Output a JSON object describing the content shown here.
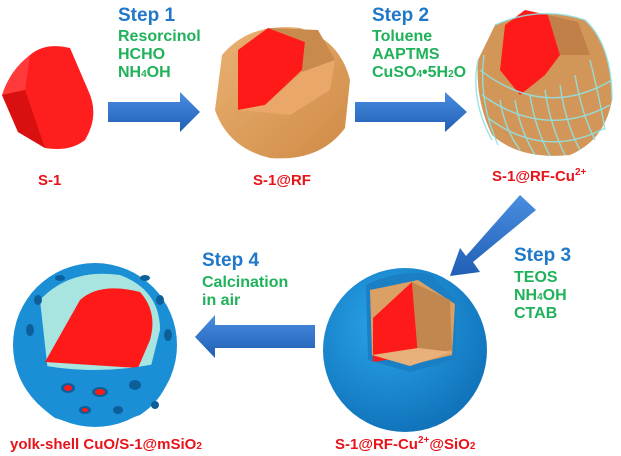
{
  "colors": {
    "step_title": "#1f78c8",
    "reagent": "#1fb25a",
    "label": "#e8141a",
    "arrow": "#2e6fc7",
    "core_red": "#ff1a1a",
    "rf_shell": "#e2a25c",
    "silica": "#1a8fd6",
    "cu_mesh": "#8fe3e6"
  },
  "steps": [
    {
      "title": "Step 1",
      "reagents": [
        "Resorcinol",
        "HCHO",
        "NH",
        "4",
        "OH"
      ]
    },
    {
      "title": "Step 2",
      "reagents": [
        "Toluene",
        "AAPTMS",
        "CuSO",
        "4",
        "•5H",
        "2",
        "O"
      ]
    },
    {
      "title": "Step 3",
      "reagents": [
        "TEOS",
        "NH",
        "4",
        "OH",
        "CTAB"
      ]
    },
    {
      "title": "Step 4",
      "reagents": [
        "Calcination",
        "in air"
      ]
    }
  ],
  "labels": {
    "s1": "S-1",
    "s1_rf": "S-1@RF",
    "s1_rf_cu_base": "S-1@RF-Cu",
    "s1_rf_cu_sup": "2+",
    "s1_rf_cu_sio2_base": "S-1@RF-Cu",
    "s1_rf_cu_sio2_sup": "2+",
    "s1_rf_cu_sio2_tail": "@SiO",
    "s1_rf_cu_sio2_sub": "2",
    "yolk_shell_base": "yolk-shell CuO/S-1@mSiO",
    "yolk_shell_sub": "2"
  },
  "arrows": [
    "step-1-arrow",
    "step-2-arrow",
    "step-3-arrow",
    "step-4-arrow"
  ]
}
